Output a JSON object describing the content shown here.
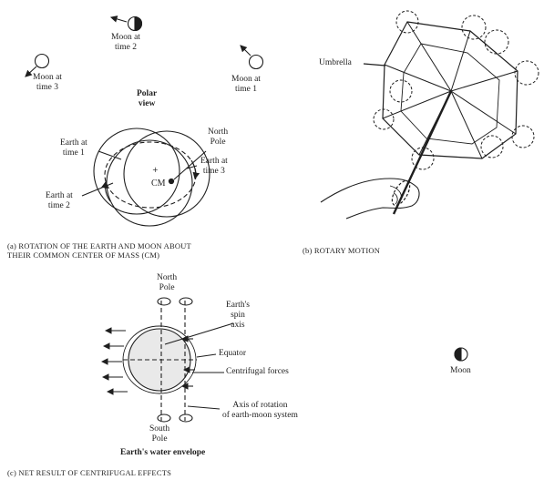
{
  "panel_a": {
    "moon_time2": "Moon at\ntime 2",
    "moon_time3": "Moon at\ntime 3",
    "moon_time1": "Moon at\ntime 1",
    "polar_view": "Polar\nview",
    "earth_time1": "Earth at\ntime 1",
    "north_pole": "North\nPole",
    "earth_time3": "Earth at\ntime 3",
    "cm": "CM",
    "earth_time2": "Earth at\ntime 2",
    "caption": "(a)  ROTATION OF THE EARTH AND MOON ABOUT\n       THEIR COMMON CENTER OF MASS (CM)"
  },
  "panel_b": {
    "umbrella": "Umbrella",
    "caption": "(b)   ROTARY MOTION"
  },
  "panel_c": {
    "north_pole": "North\nPole",
    "spin_axis": "Earth's\nspin\naxis",
    "equator": "Equator",
    "centrifugal": "Centrifugal forces",
    "axis_rotation": "Axis of rotation\nof earth-moon system",
    "south_pole": "South\nPole",
    "water_envelope": "Earth's water envelope",
    "moon": "Moon",
    "caption": "(c)  NET RESULT OF CENTRIFUGAL EFFECTS"
  }
}
